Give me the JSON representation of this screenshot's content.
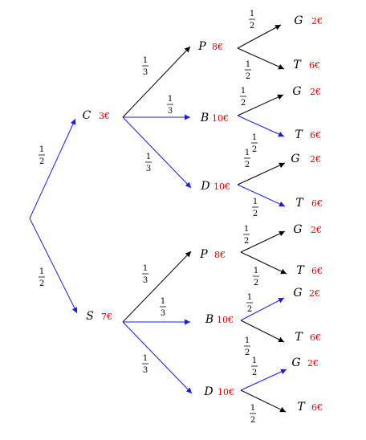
{
  "colors": {
    "blue": "#1a1aee",
    "black": "#000000",
    "price": "#e00000"
  },
  "level1": [
    {
      "name": "C",
      "price": "3€",
      "prob": [
        "1",
        "2"
      ]
    },
    {
      "name": "S",
      "price": "7€",
      "prob": [
        "1",
        "2"
      ]
    }
  ],
  "level2": [
    {
      "name": "P",
      "price": "8€",
      "prob": [
        "1",
        "3"
      ]
    },
    {
      "name": "B",
      "price": "10€",
      "prob": [
        "1",
        "3"
      ]
    },
    {
      "name": "D",
      "price": "10€",
      "prob": [
        "1",
        "3"
      ]
    },
    {
      "name": "P",
      "price": "8€",
      "prob": [
        "1",
        "3"
      ]
    },
    {
      "name": "B",
      "price": "10€",
      "prob": [
        "1",
        "3"
      ]
    },
    {
      "name": "D",
      "price": "10€",
      "prob": [
        "1",
        "3"
      ]
    }
  ],
  "level3": [
    {
      "name": "G",
      "price": "2€",
      "prob": [
        "1",
        "2"
      ]
    },
    {
      "name": "T",
      "price": "6€",
      "prob": [
        "1",
        "2"
      ]
    },
    {
      "name": "G",
      "price": "2€",
      "prob": [
        "1",
        "2"
      ]
    },
    {
      "name": "T",
      "price": "6€",
      "prob": [
        "1",
        "2"
      ]
    },
    {
      "name": "G",
      "price": "2€",
      "prob": [
        "1",
        "2"
      ]
    },
    {
      "name": "T",
      "price": "6€",
      "prob": [
        "1",
        "2"
      ]
    },
    {
      "name": "G",
      "price": "2€",
      "prob": [
        "1",
        "2"
      ]
    },
    {
      "name": "T",
      "price": "6€",
      "prob": [
        "1",
        "2"
      ]
    },
    {
      "name": "G",
      "price": "2€",
      "prob": [
        "1",
        "2"
      ]
    },
    {
      "name": "T",
      "price": "6€",
      "prob": [
        "1",
        "2"
      ]
    },
    {
      "name": "G",
      "price": "2€",
      "prob": [
        "1",
        "2"
      ]
    },
    {
      "name": "T",
      "price": "6€",
      "prob": [
        "1",
        "2"
      ]
    }
  ]
}
